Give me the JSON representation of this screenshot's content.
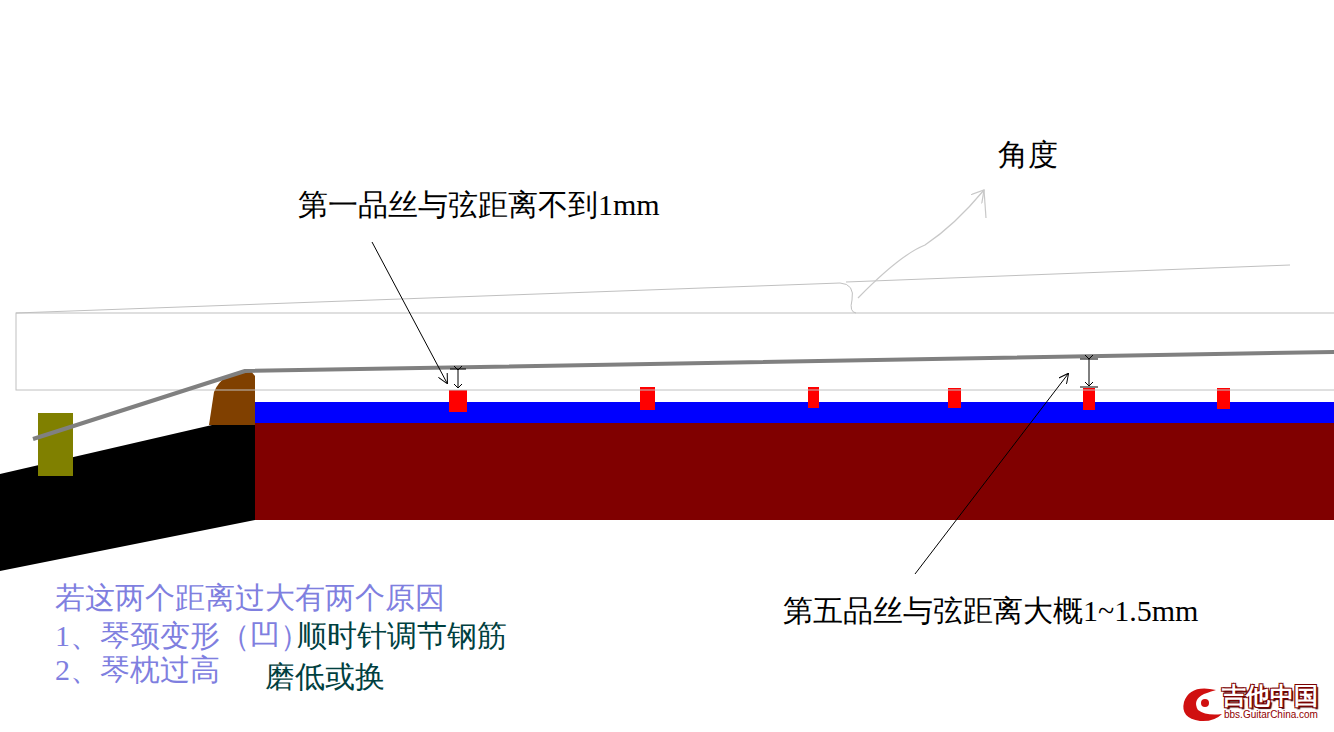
{
  "diagram": {
    "labels": [
      "角度",
      "第一品丝与弦距离不到1mm",
      "第五品丝与弦距离大概1~1.5mm",
      "若这两个距离过大有两个原因",
      "1、琴颈变形（凹）",
      "顺时针调节钢筋",
      "2、琴枕过高",
      "磨低或换",
      "吉他中国",
      "bbs.GuitarChina.com"
    ]
  }
}
